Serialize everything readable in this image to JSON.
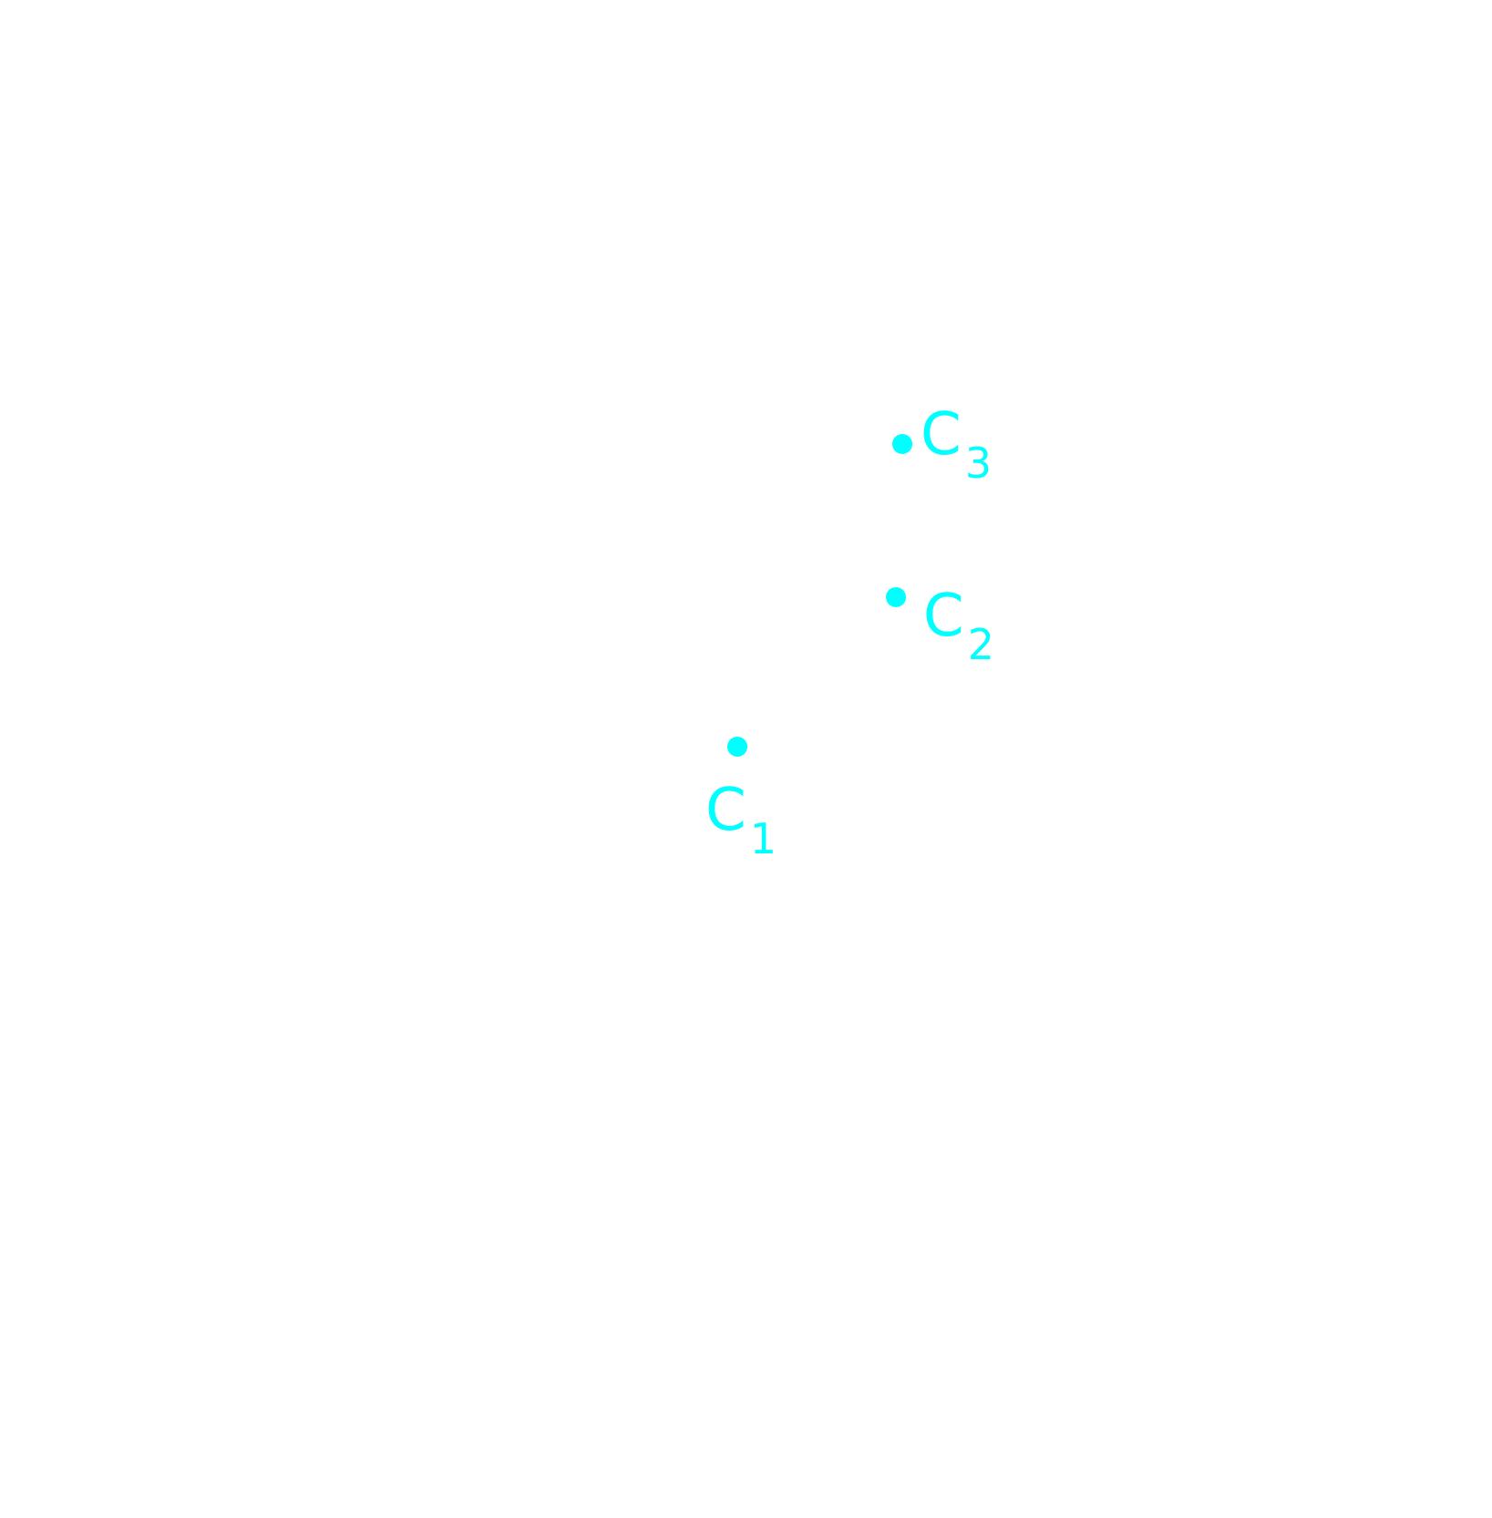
{
  "accent_color": "#00ffff",
  "points": [
    {
      "id": "c1",
      "letter": "C",
      "subscript": "1"
    },
    {
      "id": "c2",
      "letter": "C",
      "subscript": "2"
    },
    {
      "id": "c3",
      "letter": "C",
      "subscript": "3"
    }
  ]
}
